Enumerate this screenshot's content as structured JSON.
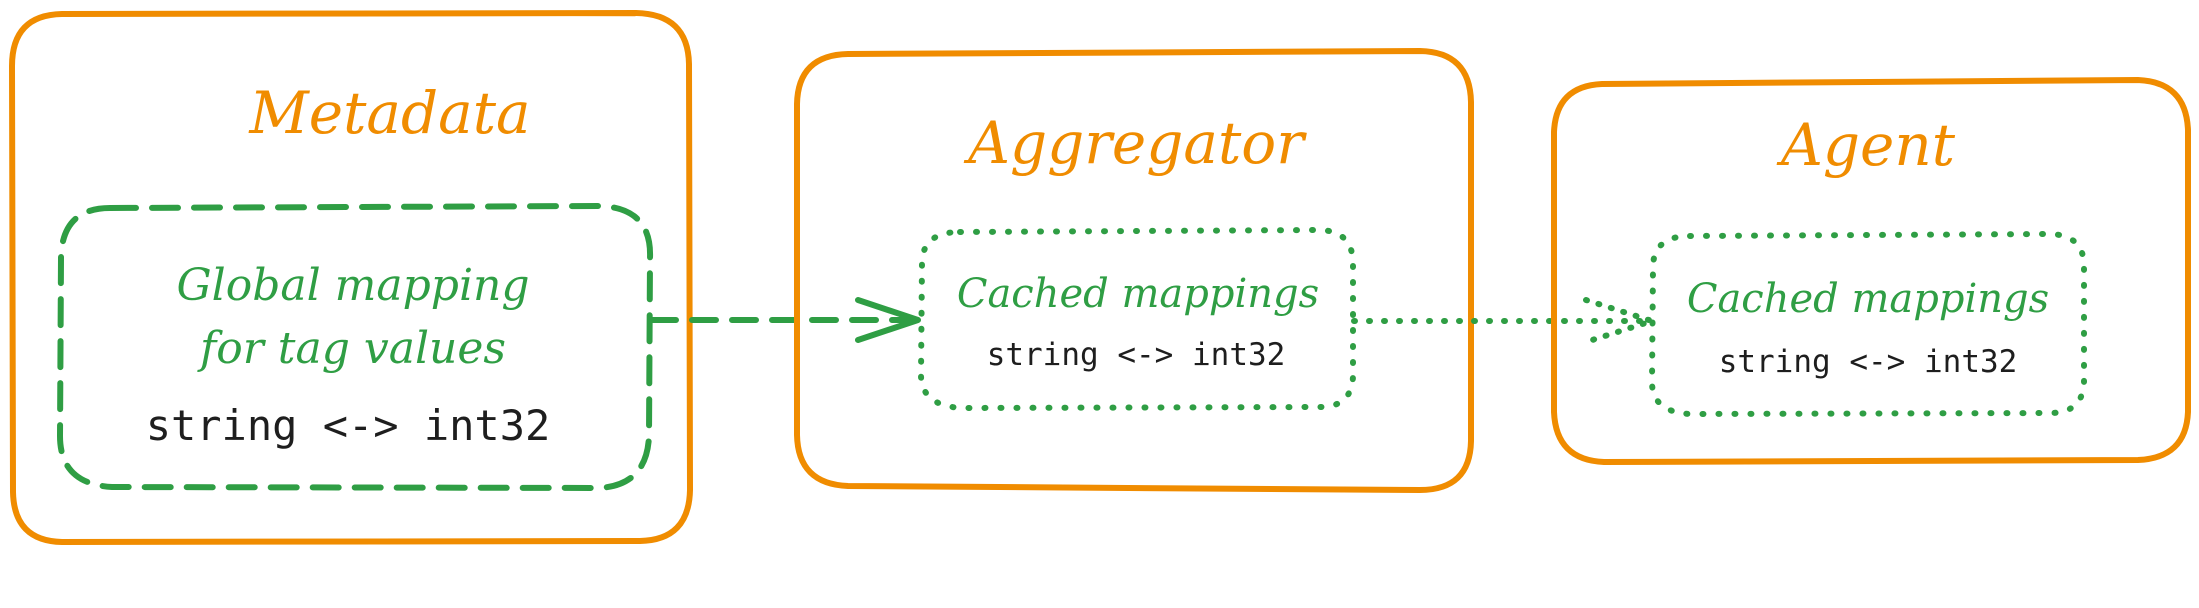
{
  "colors": {
    "container_stroke": "#f08c00",
    "title_text": "#f08c00",
    "inner_stroke": "#2f9e44",
    "inner_text": "#2f9e44",
    "code_text": "#1e1e1e",
    "background": "#ffffff"
  },
  "metadata": {
    "title": "Metadata",
    "inner_line1": "Global mapping",
    "inner_line2": "for tag values",
    "code": "string <-> int32"
  },
  "aggregator": {
    "title": "Aggregator",
    "inner_label": "Cached mappings",
    "code": "string <-> int32"
  },
  "agent": {
    "title": "Agent",
    "inner_label": "Cached mappings",
    "code": "string <-> int32"
  },
  "connectors": {
    "metadata_to_aggregator": "dashed-arrow",
    "aggregator_to_agent": "dotted-arrow"
  }
}
